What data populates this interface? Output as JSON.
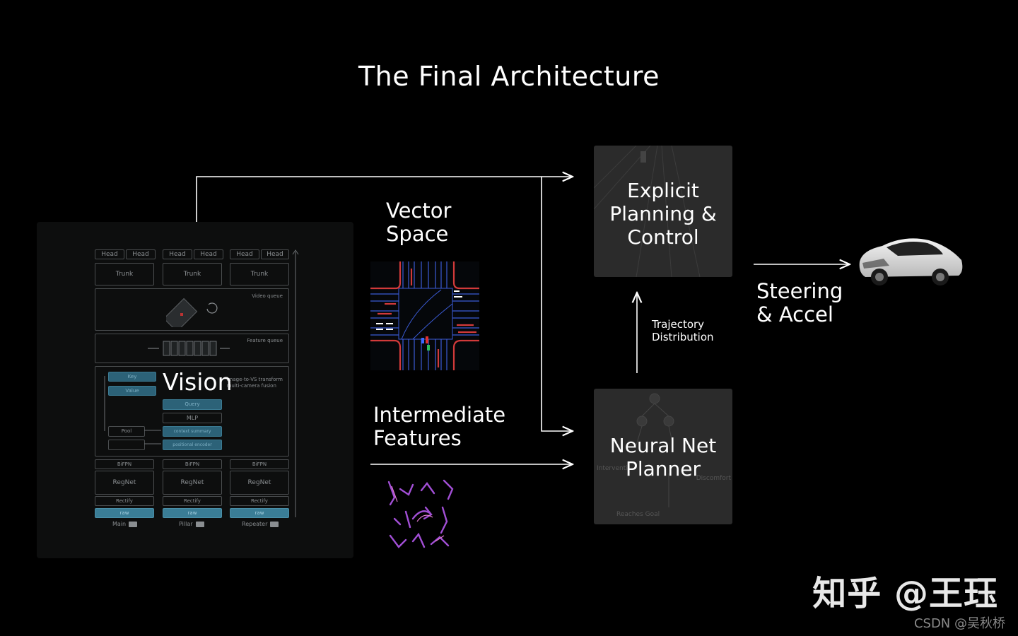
{
  "title": "The Final Architecture",
  "vision": {
    "label": "Vision",
    "heads": [
      "Head",
      "Head",
      "Head",
      "Head",
      "Head",
      "Head"
    ],
    "trunks": [
      "Trunk",
      "Trunk",
      "Trunk"
    ],
    "video_queue": "Video queue",
    "feature_queue": "Feature queue",
    "fusion": {
      "key": "Key",
      "value": "Value",
      "query": "Query",
      "mlp": "MLP",
      "pool": "Pool",
      "context": "context summary",
      "positional": "positional encoder",
      "transform": "image-to-VS transform",
      "fusion_text": "multi-camera fusion"
    },
    "bifpn": [
      "BiFPN",
      "BiFPN",
      "BiFPN"
    ],
    "regnet": [
      "RegNet",
      "RegNet",
      "RegNet"
    ],
    "rectify": [
      "Rectify",
      "Rectify",
      "Rectify"
    ],
    "raw": [
      "raw",
      "raw",
      "raw"
    ],
    "cameras": [
      "Main",
      "Pillar",
      "Repeater"
    ]
  },
  "vector_space": {
    "line1": "Vector",
    "line2": "Space"
  },
  "intermediate": {
    "line1": "Intermediate",
    "line2": "Features"
  },
  "explicit": {
    "line1": "Explicit",
    "line2": "Planning &",
    "line3": "Control"
  },
  "neural": {
    "line1": "Neural Net",
    "line2": "Planner",
    "sub_left": "Interventi",
    "sub_right": "Discomfort",
    "sub_bottom": "Reaches Goal"
  },
  "trajectory": {
    "line1": "Trajectory",
    "line2": "Distribution"
  },
  "output": {
    "line1": "Steering",
    "line2": "& Accel"
  },
  "watermark": {
    "main": "知乎 @王珏",
    "sub": "CSDN @吴秋桥"
  },
  "colors": {
    "background": "#000000",
    "card": "#2b2b2b",
    "panel": "#0d0e0e",
    "accent_blue": "#2c6278"
  }
}
